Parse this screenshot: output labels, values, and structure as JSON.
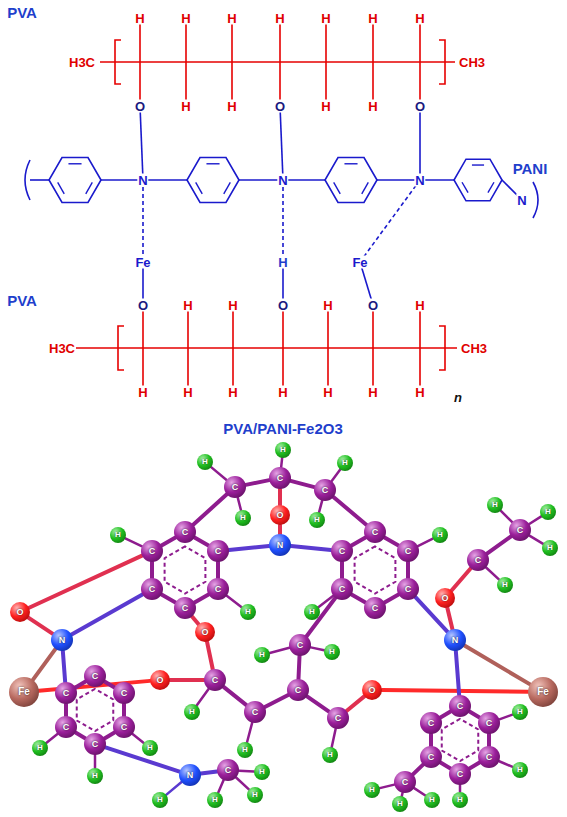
{
  "diagram": {
    "nodes": [
      {
        "text": [
          "C"
        ]
      },
      {
        "text": [
          "C"
        ]
      },
      {
        "text": [
          "C"
        ]
      },
      {
        "text": [
          "H"
        ]
      },
      {
        "text": [
          "H"
        ]
      },
      {
        "text": [
          "H"
        ]
      },
      {
        "text": [
          "H"
        ]
      },
      {
        "text": [
          "H"
        ]
      },
      {
        "text": [
          "O"
        ]
      },
      {
        "text": [
          "N"
        ]
      },
      {
        "text": [
          "C"
        ]
      },
      {
        "text": [
          "C"
        ]
      },
      {
        "text": [
          "C"
        ]
      },
      {
        "text": [
          "C"
        ]
      },
      {
        "text": [
          "C"
        ]
      },
      {
        "text": [
          "C"
        ]
      },
      {
        "text": [
          "C"
        ]
      },
      {
        "text": [
          "C"
        ]
      },
      {
        "text": [
          "C"
        ]
      },
      {
        "text": [
          "C"
        ]
      },
      {
        "text": [
          "C"
        ]
      },
      {
        "text": [
          "C"
        ]
      },
      {
        "text": [
          "H"
        ]
      },
      {
        "text": [
          "H"
        ]
      },
      {
        "text": [
          "H"
        ]
      },
      {
        "text": [
          "H"
        ]
      },
      {
        "text": [
          "O"
        ]
      },
      {
        "text": [
          "N"
        ]
      },
      {
        "text": [
          "Fe"
        ]
      },
      {
        "text": [
          "C"
        ]
      },
      {
        "text": [
          "C"
        ]
      },
      {
        "text": [
          "C"
        ]
      },
      {
        "text": [
          "C"
        ]
      },
      {
        "text": [
          "C"
        ]
      },
      {
        "text": [
          "C"
        ]
      },
      {
        "text": [
          "O"
        ]
      },
      {
        "text": [
          "H"
        ]
      },
      {
        "text": [
          "H"
        ]
      },
      {
        "text": [
          "H"
        ]
      },
      {
        "text": [
          "O"
        ]
      },
      {
        "text": [
          "C"
        ]
      },
      {
        "text": [
          "C"
        ]
      },
      {
        "text": [
          "C"
        ]
      },
      {
        "text": [
          "C"
        ]
      },
      {
        "text": [
          "C"
        ]
      },
      {
        "text": [
          "H"
        ]
      },
      {
        "text": [
          "H"
        ]
      },
      {
        "text": [
          "H"
        ]
      },
      {
        "text": [
          "H"
        ]
      },
      {
        "text": [
          "H"
        ]
      },
      {
        "text": [
          "O"
        ]
      },
      {
        "text": [
          "N"
        ]
      },
      {
        "text": [
          "Fe"
        ]
      },
      {
        "text": [
          "O"
        ]
      },
      {
        "text": [
          "C"
        ]
      },
      {
        "text": [
          "C"
        ]
      },
      {
        "text": [
          "H"
        ]
      },
      {
        "text": [
          "H"
        ]
      },
      {
        "text": [
          "H"
        ]
      },
      {
        "text": [
          "H"
        ]
      },
      {
        "text": [
          "C"
        ]
      },
      {
        "text": [
          "C"
        ]
      },
      {
        "text": [
          "C"
        ]
      },
      {
        "text": [
          "C"
        ]
      },
      {
        "text": [
          "C"
        ]
      },
      {
        "text": [
          "C"
        ]
      },
      {
        "text": [
          "H"
        ]
      },
      {
        "text": [
          "H"
        ]
      },
      {
        "text": [
          "H"
        ]
      },
      {
        "text": [
          "C"
        ]
      },
      {
        "text": [
          "H"
        ]
      },
      {
        "text": [
          "H"
        ]
      },
      {
        "text": [
          "H"
        ]
      },
      {
        "text": [
          "N"
        ]
      },
      {
        "text": [
          "C"
        ]
      },
      {
        "text": [
          "H"
        ]
      },
      {
        "text": [
          "H"
        ]
      },
      {
        "text": [
          "H"
        ]
      },
      {
        "text": [
          "H"
        ]
      }
    ],
    "edges": [
      {
        "from": 0,
        "to": 1,
        "arrow": "none"
      },
      {
        "from": 1,
        "to": 2,
        "arrow": "none"
      },
      {
        "from": 0,
        "to": 3,
        "arrow": "none"
      },
      {
        "from": 0,
        "to": 4,
        "arrow": "none"
      },
      {
        "from": 1,
        "to": 5,
        "arrow": "none"
      },
      {
        "from": 2,
        "to": 6,
        "arrow": "none"
      },
      {
        "from": 2,
        "to": 7,
        "arrow": "none"
      },
      {
        "from": 1,
        "to": 8,
        "arrow": "none"
      },
      {
        "from": 8,
        "to": 9,
        "arrow": "none"
      },
      {
        "from": 0,
        "to": 10,
        "arrow": "none"
      },
      {
        "from": 2,
        "to": 16,
        "arrow": "none"
      },
      {
        "from": 9,
        "to": 11,
        "arrow": "none"
      },
      {
        "from": 9,
        "to": 21,
        "arrow": "none"
      },
      {
        "from": 10,
        "to": 11,
        "arrow": "none"
      },
      {
        "from": 11,
        "to": 12,
        "arrow": "none"
      },
      {
        "from": 12,
        "to": 13,
        "arrow": "none"
      },
      {
        "from": 13,
        "to": 14,
        "arrow": "none"
      },
      {
        "from": 14,
        "to": 15,
        "arrow": "none"
      },
      {
        "from": 15,
        "to": 10,
        "arrow": "none"
      },
      {
        "from": 15,
        "to": 22,
        "arrow": "none"
      },
      {
        "from": 12,
        "to": 23,
        "arrow": "none"
      },
      {
        "from": 16,
        "to": 17,
        "arrow": "none"
      },
      {
        "from": 17,
        "to": 18,
        "arrow": "none"
      },
      {
        "from": 18,
        "to": 19,
        "arrow": "none"
      },
      {
        "from": 19,
        "to": 20,
        "arrow": "none"
      },
      {
        "from": 20,
        "to": 21,
        "arrow": "none"
      },
      {
        "from": 21,
        "to": 16,
        "arrow": "none"
      },
      {
        "from": 17,
        "to": 24,
        "arrow": "none"
      },
      {
        "from": 20,
        "to": 25,
        "arrow": "none"
      },
      {
        "from": 26,
        "to": 27,
        "arrow": "none"
      },
      {
        "from": 26,
        "to": 15,
        "arrow": "none"
      },
      {
        "from": 27,
        "to": 14,
        "arrow": "none"
      },
      {
        "from": 27,
        "to": 34,
        "arrow": "none"
      },
      {
        "from": 27,
        "to": 28,
        "arrow": "none"
      },
      {
        "from": 28,
        "to": 35,
        "arrow": "none"
      },
      {
        "from": 29,
        "to": 30,
        "arrow": "none"
      },
      {
        "from": 30,
        "to": 31,
        "arrow": "none"
      },
      {
        "from": 31,
        "to": 32,
        "arrow": "none"
      },
      {
        "from": 32,
        "to": 33,
        "arrow": "none"
      },
      {
        "from": 33,
        "to": 34,
        "arrow": "none"
      },
      {
        "from": 34,
        "to": 29,
        "arrow": "none"
      },
      {
        "from": 33,
        "to": 36,
        "arrow": "none"
      },
      {
        "from": 32,
        "to": 37,
        "arrow": "none"
      },
      {
        "from": 31,
        "to": 38,
        "arrow": "none"
      },
      {
        "from": 13,
        "to": 39,
        "arrow": "none"
      },
      {
        "from": 39,
        "to": 40,
        "arrow": "none"
      },
      {
        "from": 35,
        "to": 40,
        "arrow": "none"
      },
      {
        "from": 40,
        "to": 41,
        "arrow": "none"
      },
      {
        "from": 41,
        "to": 42,
        "arrow": "none"
      },
      {
        "from": 42,
        "to": 43,
        "arrow": "none"
      },
      {
        "from": 42,
        "to": 44,
        "arrow": "none"
      },
      {
        "from": 44,
        "to": 20,
        "arrow": "none"
      },
      {
        "from": 40,
        "to": 45,
        "arrow": "none"
      },
      {
        "from": 41,
        "to": 46,
        "arrow": "none"
      },
      {
        "from": 44,
        "to": 47,
        "arrow": "none"
      },
      {
        "from": 44,
        "to": 49,
        "arrow": "none"
      },
      {
        "from": 43,
        "to": 48,
        "arrow": "none"
      },
      {
        "from": 43,
        "to": 50,
        "arrow": "none"
      },
      {
        "from": 50,
        "to": 52,
        "arrow": "none"
      },
      {
        "from": 51,
        "to": 52,
        "arrow": "none"
      },
      {
        "from": 51,
        "to": 18,
        "arrow": "none"
      },
      {
        "from": 51,
        "to": 53,
        "arrow": "none"
      },
      {
        "from": 53,
        "to": 54,
        "arrow": "none"
      },
      {
        "from": 54,
        "to": 55,
        "arrow": "none"
      },
      {
        "from": 55,
        "to": 56,
        "arrow": "none"
      },
      {
        "from": 55,
        "to": 57,
        "arrow": "none"
      },
      {
        "from": 55,
        "to": 58,
        "arrow": "none"
      },
      {
        "from": 54,
        "to": 59,
        "arrow": "none"
      },
      {
        "from": 51,
        "to": 60,
        "arrow": "none"
      },
      {
        "from": 60,
        "to": 61,
        "arrow": "none"
      },
      {
        "from": 61,
        "to": 62,
        "arrow": "none"
      },
      {
        "from": 62,
        "to": 63,
        "arrow": "none"
      },
      {
        "from": 63,
        "to": 64,
        "arrow": "none"
      },
      {
        "from": 64,
        "to": 65,
        "arrow": "none"
      },
      {
        "from": 65,
        "to": 60,
        "arrow": "none"
      },
      {
        "from": 61,
        "to": 66,
        "arrow": "none"
      },
      {
        "from": 62,
        "to": 67,
        "arrow": "none"
      },
      {
        "from": 63,
        "to": 68,
        "arrow": "none"
      },
      {
        "from": 64,
        "to": 69,
        "arrow": "none"
      },
      {
        "from": 69,
        "to": 70,
        "arrow": "none"
      },
      {
        "from": 69,
        "to": 71,
        "arrow": "none"
      },
      {
        "from": 69,
        "to": 72,
        "arrow": "none"
      },
      {
        "from": 73,
        "to": 32,
        "arrow": "none"
      },
      {
        "from": 73,
        "to": 74,
        "arrow": "none"
      },
      {
        "from": 74,
        "to": 75,
        "arrow": "none"
      },
      {
        "from": 74,
        "to": 76,
        "arrow": "none"
      },
      {
        "from": 74,
        "to": 77,
        "arrow": "none"
      },
      {
        "from": 73,
        "to": 78,
        "arrow": "none"
      }
    ],
    "labels": [
      "PVA",
      "H3C",
      "H",
      "H",
      "H",
      "H",
      "H",
      "H",
      "H",
      "O",
      "O",
      "O",
      "H",
      "H",
      "H",
      "H",
      "CH3",
      "N",
      "N",
      "N",
      "N",
      "PANI",
      "Fe",
      "H",
      "Fe",
      "O",
      "O",
      "O",
      "H",
      "H",
      "H",
      "H",
      "H3C",
      "CH3",
      "H",
      "H",
      "H",
      "H",
      "H",
      "H",
      "H",
      "n",
      "PVA",
      "PVA/PANI-Fe2O3"
    ]
  }
}
